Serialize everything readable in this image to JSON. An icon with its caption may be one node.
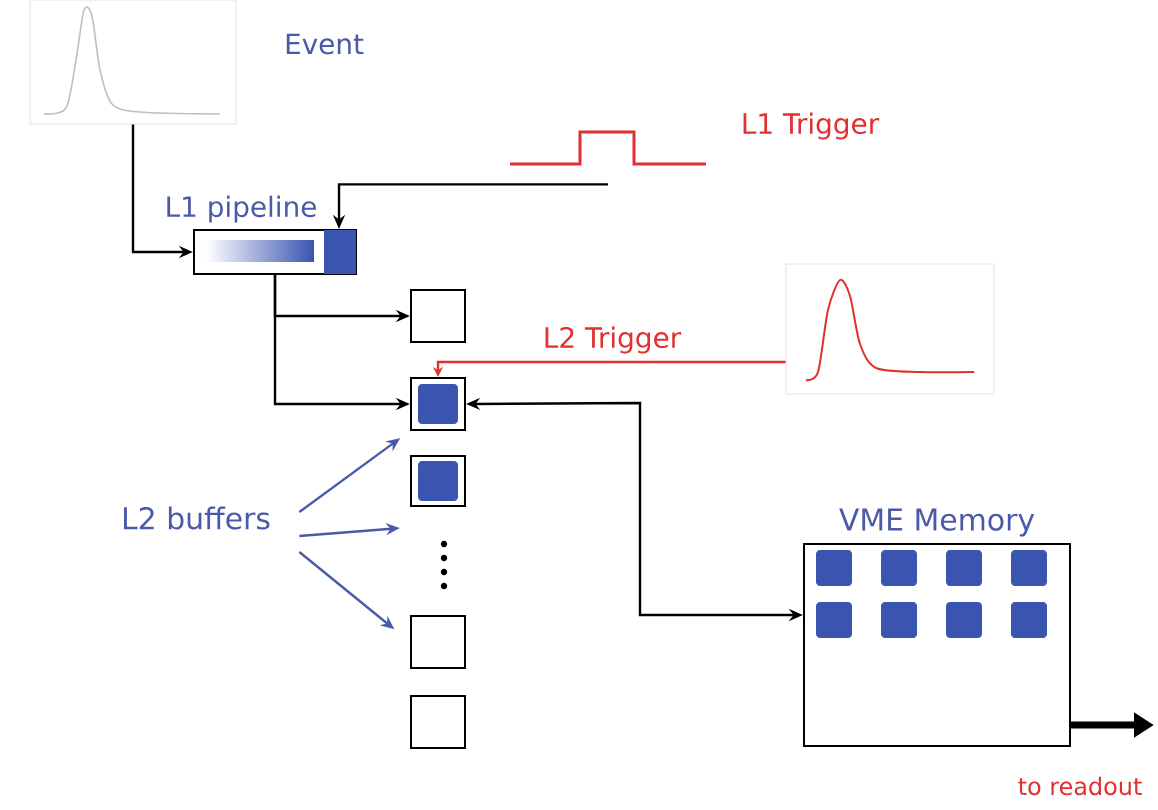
{
  "diagram": {
    "nodes": [
      {
        "text": [],
        "shape": "picture",
        "beside": [
          "Event"
        ]
      },
      {
        "text": [],
        "shape": "picture",
        "beside": [
          "L1 Trigger"
        ]
      },
      {
        "text": [
          "L1 pipeline"
        ]
      },
      {
        "text": [],
        "shape": "box"
      },
      {
        "text": [],
        "shape": "box"
      },
      {
        "text": [],
        "shape": "box"
      },
      {
        "text": [],
        "shape": "box"
      },
      {
        "text": [],
        "shape": "box"
      },
      {
        "text": [],
        "shape": "picture"
      },
      {
        "text": [
          "VME Memory"
        ]
      },
      {
        "text": [
          "L2 buffers"
        ]
      }
    ],
    "edges": [
      {
        "from": 0,
        "to": 2,
        "arrow": "to"
      },
      {
        "from": 1,
        "to": 2,
        "arrow": "to"
      },
      {
        "from": 2,
        "to": 3,
        "arrow": "to"
      },
      {
        "from": 2,
        "to": 4,
        "arrow": "to"
      },
      {
        "from": 8,
        "to": 4,
        "arrow": "to",
        "label": "L2 Trigger",
        "color": "#e03030"
      },
      {
        "from": 9,
        "to": 4,
        "arrow": "both"
      },
      {
        "from": 10,
        "to": 4,
        "arrow": "to",
        "color": "#4a5aa8"
      },
      {
        "from": 10,
        "to": null,
        "arrow": "to",
        "color": "#4a5aa8"
      },
      {
        "from": 10,
        "to": 6,
        "arrow": "to",
        "color": "#4a5aa8"
      },
      {
        "from": 9,
        "to": null,
        "arrow": "to",
        "style": "thick",
        "label": "to readout"
      }
    ]
  }
}
